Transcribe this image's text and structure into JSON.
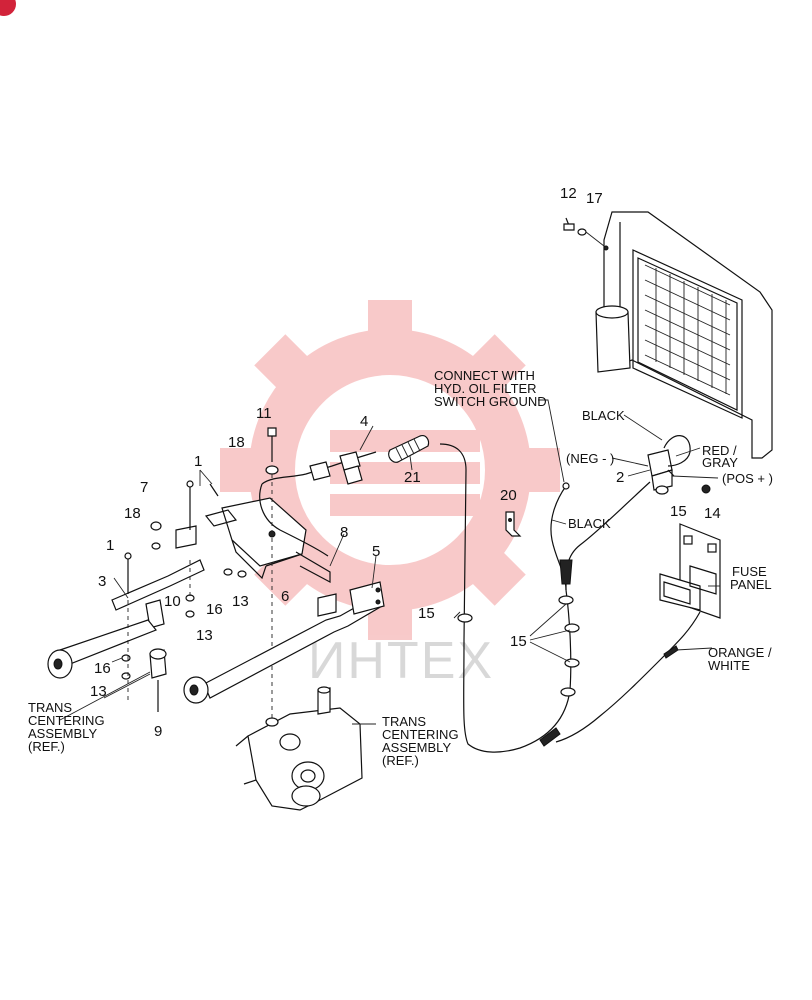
{
  "labels": {
    "connect_line1": "CONNECT WITH",
    "connect_line2": "HYD. OIL FILTER",
    "connect_line3": "SWITCH GROUND",
    "black_top": "BLACK",
    "neg": "(NEG - )",
    "red_gray_1": "RED /",
    "red_gray_2": "GRAY",
    "pos": "(POS + )",
    "black_mid": "BLACK",
    "fuse_1": "FUSE",
    "fuse_2": "PANEL",
    "orange_1": "ORANGE /",
    "orange_2": "WHITE",
    "trans_left_1": "TRANS",
    "trans_left_2": "CENTERING",
    "trans_left_3": "ASSEMBLY",
    "trans_left_4": "(REF.)",
    "trans_right_1": "TRANS",
    "trans_right_2": "CENTERING",
    "trans_right_3": "ASSEMBLY",
    "trans_right_4": "(REF.)"
  },
  "callouts": {
    "n12": "12",
    "n17": "17",
    "n11": "11",
    "n18a": "18",
    "n4": "4",
    "n21": "21",
    "n1a": "1",
    "n7": "7",
    "n18b": "18",
    "n1b": "1",
    "n3": "3",
    "n10": "10",
    "n16a": "16",
    "n13a": "13",
    "n13b": "13",
    "n6": "6",
    "n8": "8",
    "n5": "5",
    "n15a": "15",
    "n15b": "15",
    "n15c": "15",
    "n20": "20",
    "n2": "2",
    "n14": "14",
    "n16b": "16",
    "n13c": "13",
    "n9": "9"
  },
  "watermark": {
    "text": "ИНТЕХ",
    "color": "#f08a8a"
  }
}
